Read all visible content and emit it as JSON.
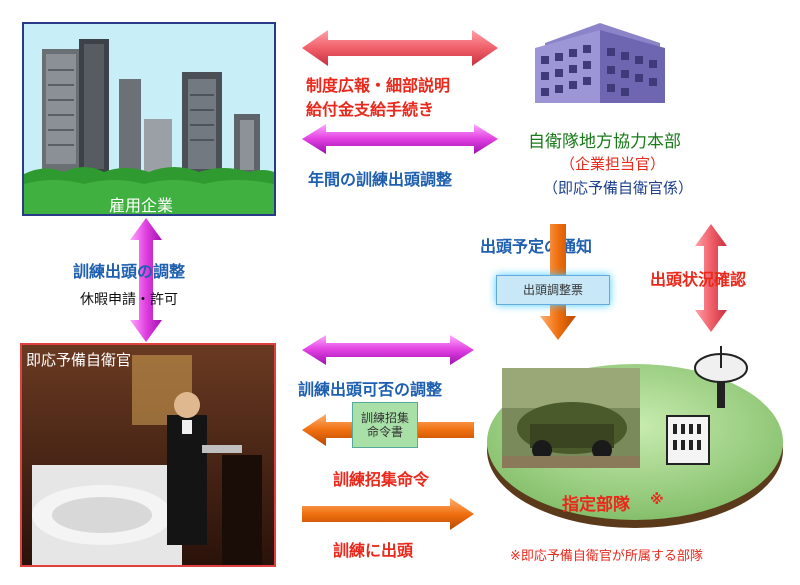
{
  "company": {
    "label": "雇用企業"
  },
  "pco": {
    "name": "自衛隊地方協力本部",
    "sub1": "（企業担当官）",
    "sub2": "（即応予備自衛官係）"
  },
  "top_arrow_text": {
    "line1": "制度広報・細部説明",
    "line2": "給付金支給手続き"
  },
  "annual_adjust": "年間の訓練出頭調整",
  "left_arrow": {
    "title": "訓練出頭の調整",
    "sub": "休暇申請・許可"
  },
  "reservist": {
    "label": "即応予備自衛官"
  },
  "notice": {
    "label": "出頭予定の通知",
    "doc": "出頭調整票"
  },
  "status_check": "出頭状況確認",
  "middle": {
    "adjust": "訓練出頭可否の調整",
    "order_doc_line1": "訓練招集",
    "order_doc_line2": "命令書",
    "order": "訓練招集命令",
    "attend": "訓練に出頭"
  },
  "unit": {
    "label": "指定部隊",
    "mark": "※"
  },
  "footnote": "※即応予備自衛官が所属する部隊",
  "colors": {
    "pink_arrow": "#f0606a",
    "magenta_arrow": "#e040e0",
    "orange_arrow": "#f07010",
    "sky": "#c8eef8",
    "platform": "#a8d890"
  }
}
